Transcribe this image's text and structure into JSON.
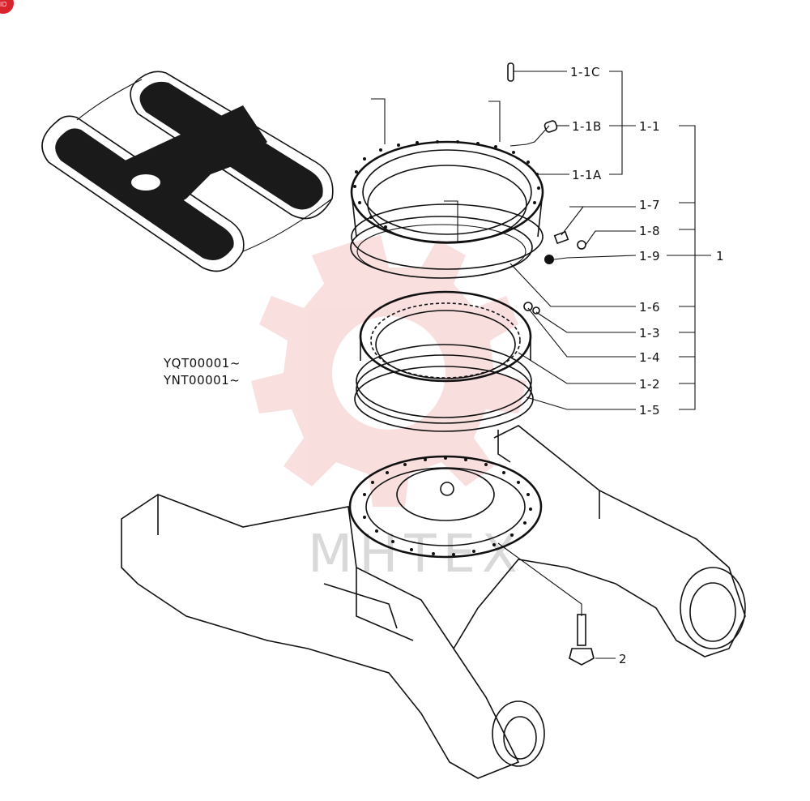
{
  "labels": {
    "l_1_1c": "1-1C",
    "l_1_1b": "1-1B",
    "l_1_1": "1-1",
    "l_1_1a": "1-1A",
    "l_1_7": "1-7",
    "l_1_8": "1-8",
    "l_1_9": "1-9",
    "l_1": "1",
    "l_1_6": "1-6",
    "l_1_3": "1-3",
    "l_1_4": "1-4",
    "l_1_2": "1-2",
    "l_1_5": "1-5",
    "l_2": "2"
  },
  "serials": {
    "s1": "YQT00001~",
    "s2": "YNT00001~"
  },
  "watermark": {
    "text": "MHTEX",
    "color": "#e03b3b"
  },
  "badge": {
    "text": "ID",
    "color": "#d9232d"
  }
}
